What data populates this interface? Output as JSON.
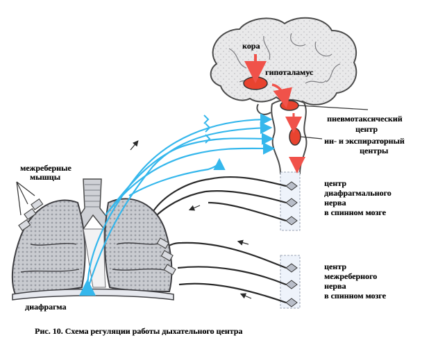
{
  "labels": {
    "cortex": "кора",
    "hypothalamus": "гипоталамус",
    "pneumotaxic_1": "пневмотаксический",
    "pneumotaxic_2": "центр",
    "inexp_1": "ин- и экспираторный",
    "inexp_2": "центры",
    "phrenic_1": "центр",
    "phrenic_2": "диафрагмального",
    "phrenic_3": "нерва",
    "phrenic_4": "в спинном мозге",
    "intercostal_1": "центр",
    "intercostal_2": "межреберного",
    "intercostal_3": "нерва",
    "intercostal_4": "в спинном мозге",
    "muscles_1": "межреберные",
    "muscles_2": "мышцы",
    "diaphragm": "диафрагма"
  },
  "caption": "Рис. 10. Схема регуляции работы дыхательного центра",
  "colors": {
    "afferent": "#35b7ec",
    "control_arrow": "#f0524a",
    "center_fill": "#e8432f",
    "nerve": "#2a2a2a"
  }
}
